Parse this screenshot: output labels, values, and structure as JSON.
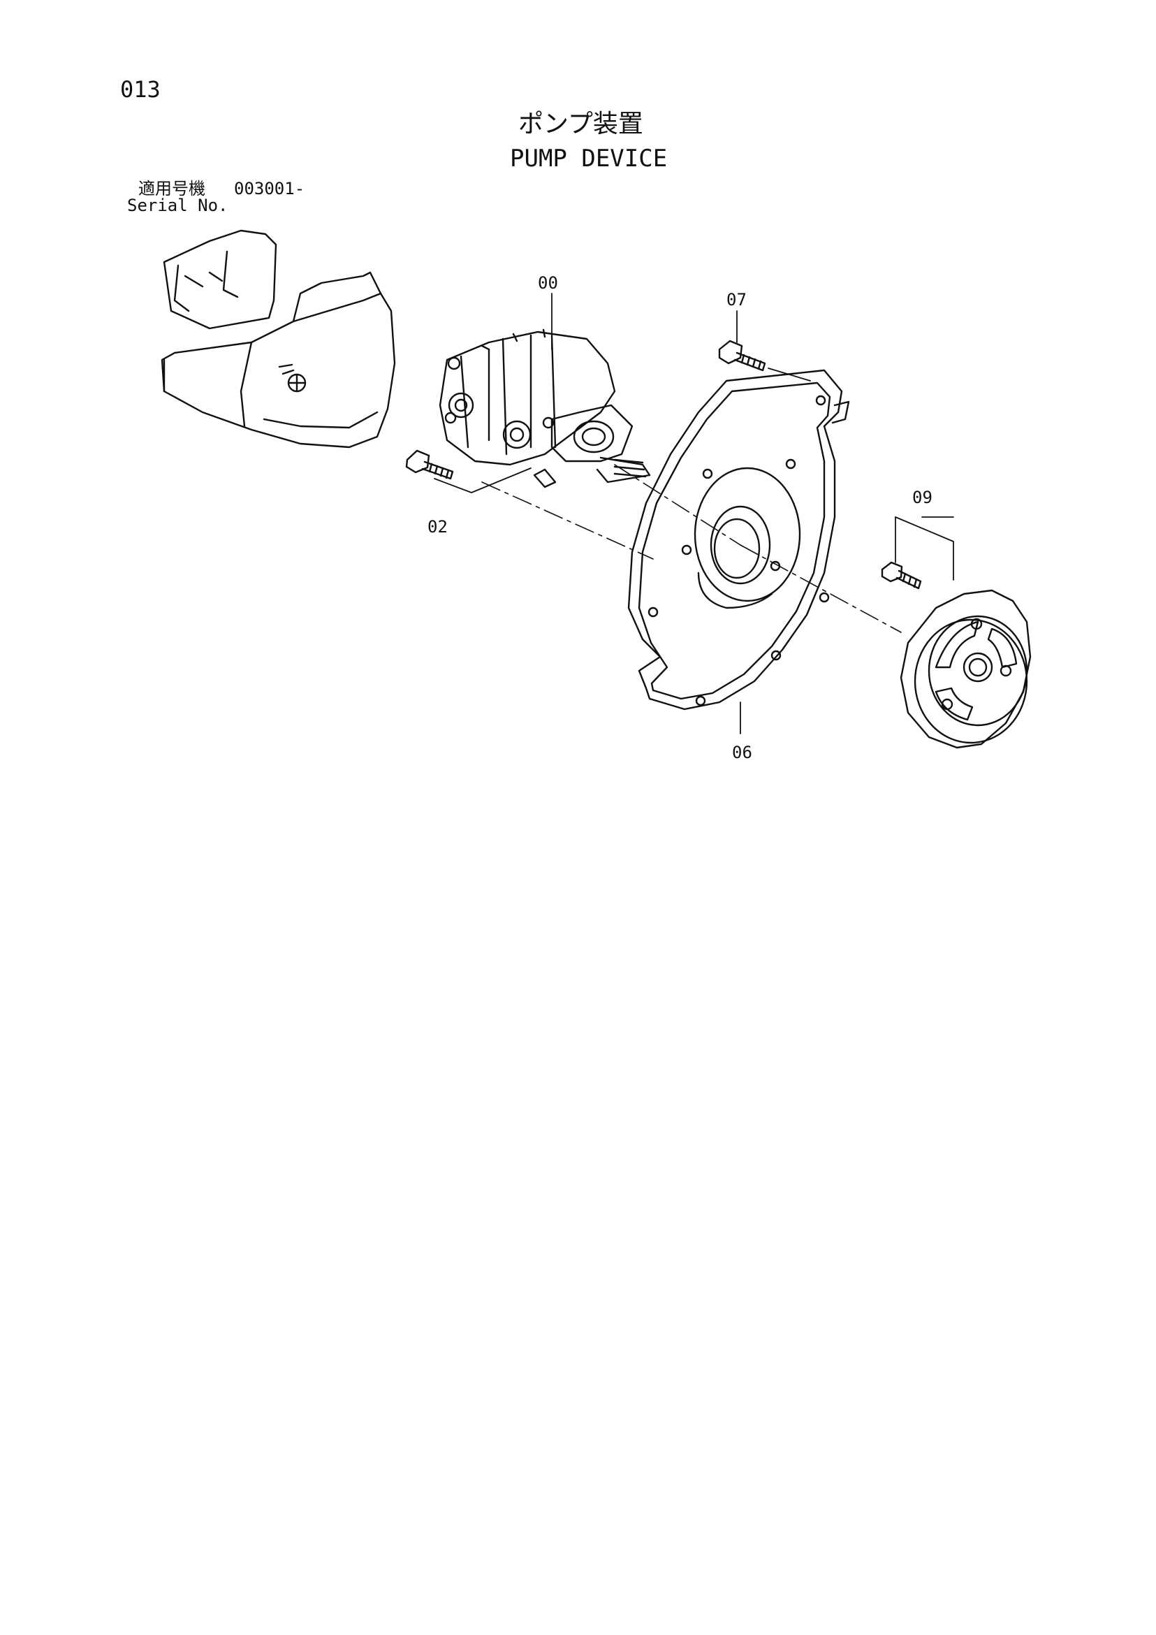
{
  "page": {
    "number": "013",
    "title_jp": "ポンプ装置",
    "title_en": "PUMP DEVICE",
    "serial_label_jp": "適用号機",
    "serial_range": "003001-",
    "serial_label_en": "Serial No."
  },
  "callouts": [
    "00",
    "07",
    "02",
    "09",
    "06"
  ],
  "icons": [
    "machine-location-icon",
    "pump-drawing",
    "bolt-drawing",
    "housing-drawing",
    "coupling-drawing"
  ]
}
